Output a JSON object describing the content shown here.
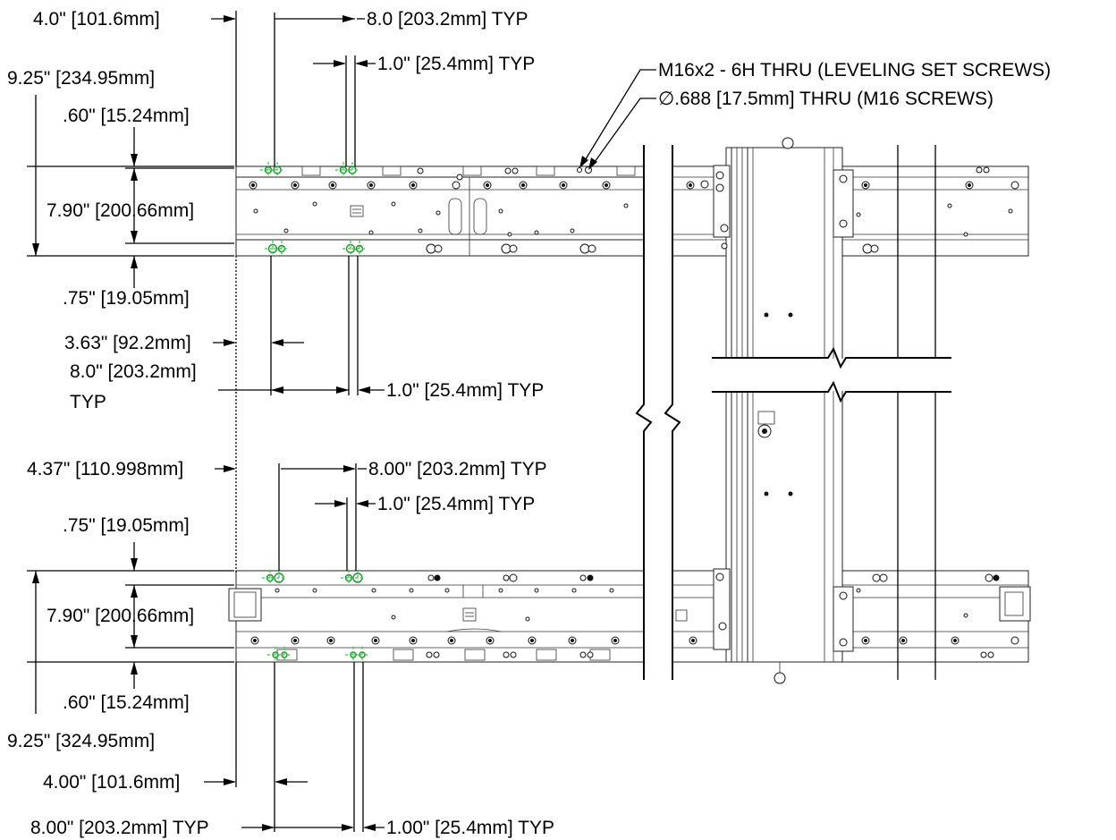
{
  "top_view": {
    "dims": {
      "offset_first": "4.0\" [101.6mm]",
      "spacing_top": "8.0 [203.2mm] TYP",
      "hole_pair_top": "1.0\" [25.4mm] TYP",
      "overall_height": "9.25\" [234.95mm]",
      "top_edge": ".60\" [15.24mm]",
      "rail_height": "7.90\" [200.66mm]",
      "bottom_edge": ".75\" [19.05mm]",
      "offset_bottom": "3.63\" [92.2mm]",
      "spacing_bottom_line1": "8.0\" [203.2mm]",
      "spacing_bottom_line2": "TYP",
      "hole_pair_bottom": "1.0\" [25.4mm] TYP"
    }
  },
  "bottom_view": {
    "dims": {
      "offset_first": "4.37\" [110.998mm]",
      "spacing_top": "8.00\" [203.2mm] TYP",
      "hole_pair_top": "1.0\" [25.4mm] TYP",
      "top_edge": ".75\" [19.05mm]",
      "rail_height": "7.90\" [200.66mm]",
      "bottom_edge": ".60\" [15.24mm]",
      "overall_height": "9.25\" [324.95mm]",
      "offset_bottom": "4.00\" [101.6mm]",
      "spacing_bottom": "8.00\" [203.2mm] TYP",
      "hole_pair_bottom": "1.00\" [25.4mm] TYP"
    }
  },
  "callouts": {
    "leveling": "M16x2 - 6H THRU (LEVELING SET SCREWS)",
    "thru_hole": "∅.688 [17.5mm] THRU (M16 SCREWS)"
  }
}
